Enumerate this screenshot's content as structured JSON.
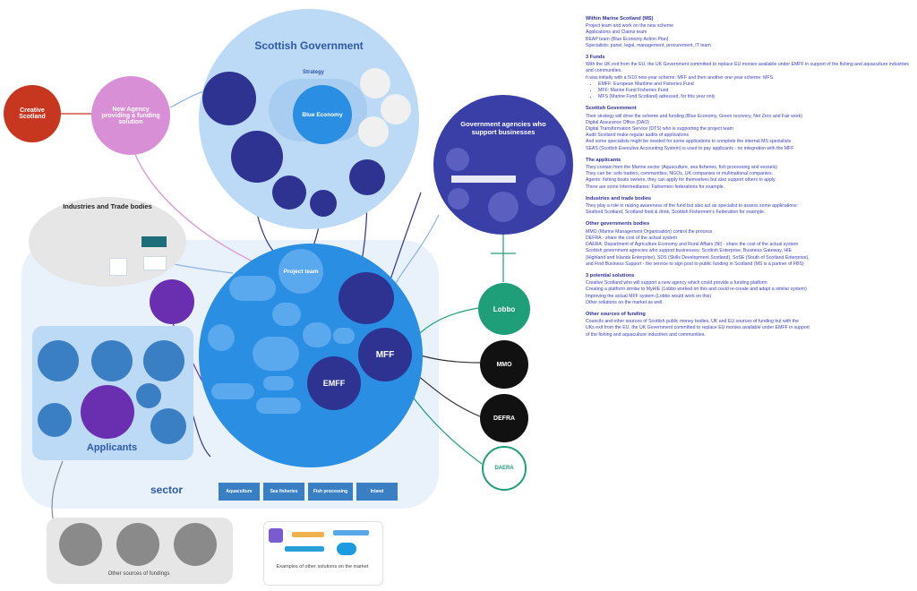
{
  "nodes": {
    "scottish_government": "Scottish Government",
    "creative_scotland": "Creative Scotland",
    "new_agency": "New Agency providing a funding solution",
    "strategy": "Strategy",
    "blue_economy": "Blue Economy",
    "gov_agencies": "Government agencies who support businesses",
    "industries_trade": "Industries and Trade bodies",
    "project_team": "Project team",
    "mff": "MFF",
    "emff": "EMFF",
    "applicants": "Applicants",
    "sector": "sector",
    "lobbo": "Lobbo",
    "mmo": "MMO",
    "defra": "DEFRA",
    "daera": "DAERA",
    "other_sources": "Other sources of fundings",
    "example_solutions": "Examples of other solutions on the market"
  },
  "sector_pills": [
    "Aquaculture",
    "Sea fisheries",
    "Fish processing",
    "Inland"
  ],
  "notes": {
    "sections": [
      {
        "title": "Within Marine Scotland (MS)",
        "lines": [
          "Project team and work on the new scheme",
          "Applications and Claims team",
          "BEAP team (Blue Economy Action Plan)",
          "Specialists: panel, legal, management, procurement, IT team"
        ]
      },
      {
        "title": "3 Funds",
        "lines": [
          "With the UK exit from the EU, the UK Government committed to replace EU monies available under EMFF in support of the fishing and aquaculture industries and communities.",
          "It was initially with a 5/10 new-year scheme: MFF and then another one-year scheme: MFS."
        ],
        "bullets": [
          "EMFF: European Maritime and Fisheries Fund",
          "MFF: Marine Fund Fisheries Fund",
          "MFS (Marine Fund Scotland) adressed, for this year only"
        ]
      },
      {
        "title": "Scottish Government",
        "lines": [
          "Their strategy will drive the scheme and funding (Blue Economy, Green recovery, Net Zero and Fair work)",
          "Digital Assurance Office (DAO)",
          "Digital Transformation Service (DTS) who is supporting the project team",
          "Audit Scotland make regular audits of applications",
          "And some specialists might be needed for some applications to complete the internal MS specialists",
          "SEAS (Scottish Executive Accounting System) is used to pay applicants - no integration with the MFF"
        ]
      },
      {
        "title": "The applicants",
        "lines": [
          "They contain from the Marine sector (Aquaculture, sea fisheries, fish processing and vessels)",
          "They can be: sole traders, communities, NGOs, UK companies or multinational companies.",
          "Agents: fishing boats owners, they can apply for themselves but also support others to apply.",
          "There are some intermediaries: Fishermen federations for example."
        ]
      },
      {
        "title": "Industries and trade bodies",
        "lines": [
          "They play a role in raising awareness of the fund but also act as specialist to assess some applications:",
          "Seafood Scotland, Scotland food & drink, Scottish Fishermen's Federation for example."
        ]
      },
      {
        "title": "Other governments bodies",
        "lines": [
          "MMO (Marine Management Organisation) control the process",
          "DEFRA - share the cost of the actual system",
          "DAERA: Department of Agriculture Economy and Rural Affairs (NI) - share the cost of the actual system",
          "Scottish government agencies who support businesses: Scottish Enterprise, Business Gateway, HIE",
          "(Highland and Islands Enterprise), SDS (Skills Development Scotland), SoSE (South of Scotland Enterprise),",
          "and Find Business Support - the service to sign post to public funding in Scotland (MS is a partner of FBS)"
        ]
      },
      {
        "title": "3 potential solutions",
        "lines": [
          "Creative Scotland who will support a new agency which could provide a funding platform",
          "Creating a platform similar to MyHIE (Lobbo worked on this and could re-create and adapt a similar system)",
          "Improving the actual MFF system (Lobbo would work on this)",
          "Other solutions on the market as well."
        ]
      },
      {
        "title": "Other sources of funding",
        "lines": [
          "Councils and other sources of Scottish public money bodies, UK and EU sources of funding but with the",
          "UKs exit from the EU, the UK Government committed to replace EU monies available under EMFF in support",
          "of the fishing and aquaculture industries and communities."
        ]
      }
    ]
  },
  "colors": {
    "gov_bg": "#bcd9f5",
    "big_blue": "#2a8ee3",
    "navy": "#2e3391",
    "agency_blue": "#3a3fa8",
    "creative_red": "#c7361f",
    "pink": "#d98fd6",
    "purple": "#6a2fb0",
    "teal": "#1f9e7a",
    "black": "#111111",
    "grey": "#8a8a8a",
    "notes_text": "#3b3fb8"
  }
}
